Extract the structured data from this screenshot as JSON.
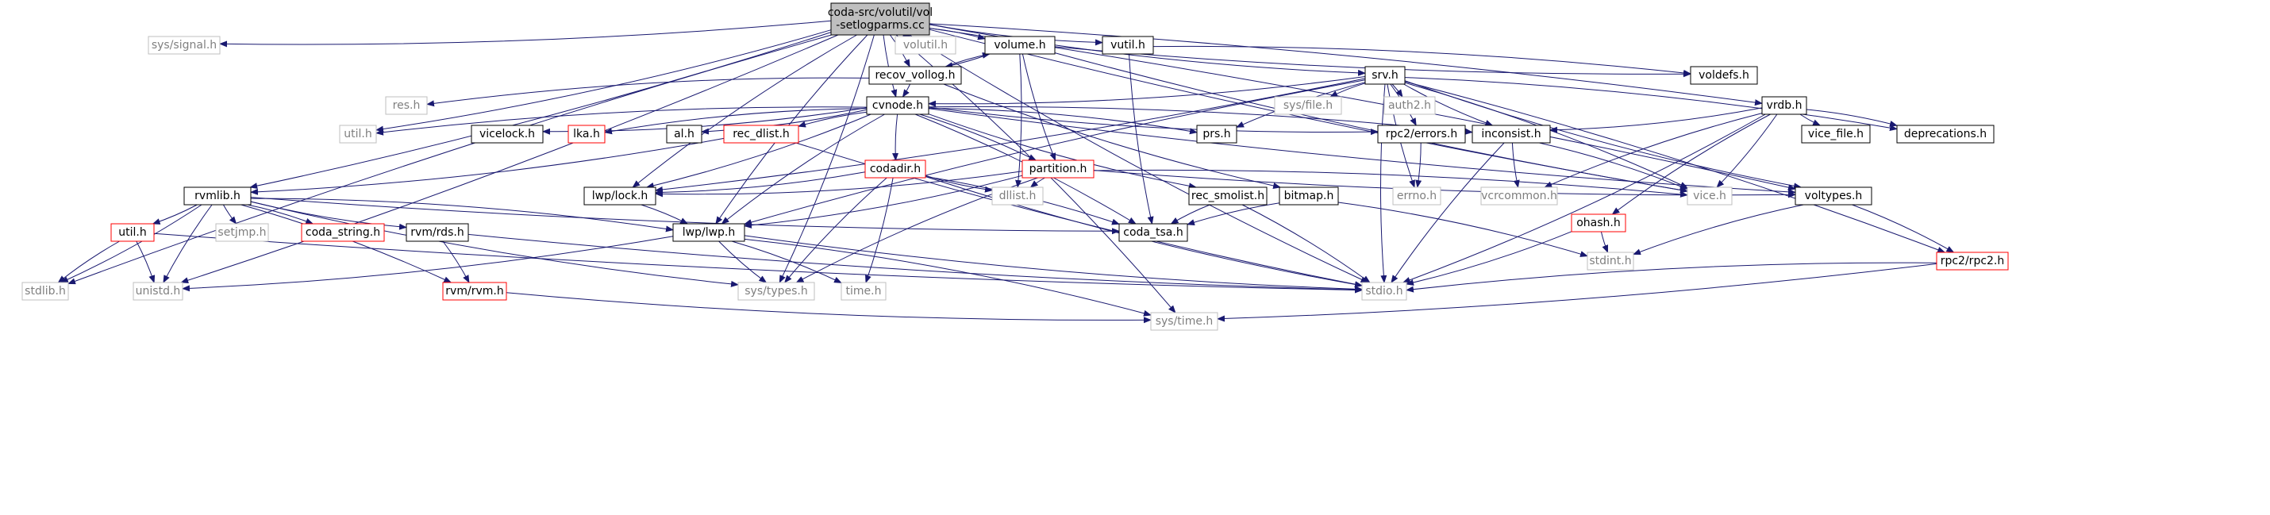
{
  "colors": {
    "edge": "#191970",
    "root_fill": "#bfbfbf",
    "root_stroke": "#000000",
    "documented_stroke": "#000000",
    "undocumented_stroke": "#ff0000",
    "external_stroke": "#bfbfbf",
    "text": "#000000",
    "external_text": "#7f7f7f"
  },
  "nodes": [
    {
      "id": "root",
      "lines": [
        "coda-src/volutil/vol",
        "-setlogparms.cc"
      ],
      "kind": "root"
    },
    {
      "id": "sys_signal",
      "lines": [
        "sys/signal.h"
      ],
      "kind": "external"
    },
    {
      "id": "volutil_h",
      "lines": [
        "volutil.h"
      ],
      "kind": "external"
    },
    {
      "id": "volume_h",
      "lines": [
        "volume.h"
      ],
      "kind": "documented"
    },
    {
      "id": "vutil_h",
      "lines": [
        "vutil.h"
      ],
      "kind": "documented"
    },
    {
      "id": "voldefs_h",
      "lines": [
        "voldefs.h"
      ],
      "kind": "documented"
    },
    {
      "id": "recov_vollog",
      "lines": [
        "recov_vollog.h"
      ],
      "kind": "documented"
    },
    {
      "id": "srv_h",
      "lines": [
        "srv.h"
      ],
      "kind": "documented"
    },
    {
      "id": "res_h",
      "lines": [
        "res.h"
      ],
      "kind": "external"
    },
    {
      "id": "sys_file",
      "lines": [
        "sys/file.h"
      ],
      "kind": "external"
    },
    {
      "id": "auth2_h",
      "lines": [
        "auth2.h"
      ],
      "kind": "external"
    },
    {
      "id": "vrdb_h",
      "lines": [
        "vrdb.h"
      ],
      "kind": "documented"
    },
    {
      "id": "cvnode_h",
      "lines": [
        "cvnode.h"
      ],
      "kind": "documented"
    },
    {
      "id": "util_h_ext",
      "lines": [
        "util.h"
      ],
      "kind": "external"
    },
    {
      "id": "vicelock_h",
      "lines": [
        "vicelock.h"
      ],
      "kind": "documented"
    },
    {
      "id": "lka_h",
      "lines": [
        "lka.h"
      ],
      "kind": "undocumented"
    },
    {
      "id": "al_h",
      "lines": [
        "al.h"
      ],
      "kind": "documented"
    },
    {
      "id": "rec_dlist",
      "lines": [
        "rec_dlist.h"
      ],
      "kind": "undocumented"
    },
    {
      "id": "prs_h",
      "lines": [
        "prs.h"
      ],
      "kind": "documented"
    },
    {
      "id": "rpc2_errors",
      "lines": [
        "rpc2/errors.h"
      ],
      "kind": "documented"
    },
    {
      "id": "inconsist",
      "lines": [
        "inconsist.h"
      ],
      "kind": "documented"
    },
    {
      "id": "vice_file",
      "lines": [
        "vice_file.h"
      ],
      "kind": "documented"
    },
    {
      "id": "deprecations",
      "lines": [
        "deprecations.h"
      ],
      "kind": "documented"
    },
    {
      "id": "codadir",
      "lines": [
        "codadir.h"
      ],
      "kind": "undocumented"
    },
    {
      "id": "partition",
      "lines": [
        "partition.h"
      ],
      "kind": "undocumented"
    },
    {
      "id": "rvmlib",
      "lines": [
        "rvmlib.h"
      ],
      "kind": "documented"
    },
    {
      "id": "lwp_lock",
      "lines": [
        "lwp/lock.h"
      ],
      "kind": "documented"
    },
    {
      "id": "dllist",
      "lines": [
        "dllist.h"
      ],
      "kind": "external"
    },
    {
      "id": "rec_smolist",
      "lines": [
        "rec_smolist.h"
      ],
      "kind": "documented"
    },
    {
      "id": "bitmap",
      "lines": [
        "bitmap.h"
      ],
      "kind": "documented"
    },
    {
      "id": "errno",
      "lines": [
        "errno.h"
      ],
      "kind": "external"
    },
    {
      "id": "vcrcommon",
      "lines": [
        "vcrcommon.h"
      ],
      "kind": "external"
    },
    {
      "id": "vice_h",
      "lines": [
        "vice.h"
      ],
      "kind": "external"
    },
    {
      "id": "voltypes",
      "lines": [
        "voltypes.h"
      ],
      "kind": "documented"
    },
    {
      "id": "ohash",
      "lines": [
        "ohash.h"
      ],
      "kind": "undocumented"
    },
    {
      "id": "util_h_red",
      "lines": [
        "util.h"
      ],
      "kind": "undocumented"
    },
    {
      "id": "setjmp",
      "lines": [
        "setjmp.h"
      ],
      "kind": "external"
    },
    {
      "id": "coda_string",
      "lines": [
        "coda_string.h"
      ],
      "kind": "undocumented"
    },
    {
      "id": "rvm_rds",
      "lines": [
        "rvm/rds.h"
      ],
      "kind": "documented"
    },
    {
      "id": "lwp_lwp",
      "lines": [
        "lwp/lwp.h"
      ],
      "kind": "documented"
    },
    {
      "id": "coda_tsa",
      "lines": [
        "coda_tsa.h"
      ],
      "kind": "documented"
    },
    {
      "id": "stdint",
      "lines": [
        "stdint.h"
      ],
      "kind": "external"
    },
    {
      "id": "rpc2_rpc2",
      "lines": [
        "rpc2/rpc2.h"
      ],
      "kind": "undocumented"
    },
    {
      "id": "stdlib",
      "lines": [
        "stdlib.h"
      ],
      "kind": "external"
    },
    {
      "id": "unistd",
      "lines": [
        "unistd.h"
      ],
      "kind": "external"
    },
    {
      "id": "rvm_rvm",
      "lines": [
        "rvm/rvm.h"
      ],
      "kind": "undocumented"
    },
    {
      "id": "sys_types",
      "lines": [
        "sys/types.h"
      ],
      "kind": "external"
    },
    {
      "id": "time_h",
      "lines": [
        "time.h"
      ],
      "kind": "external"
    },
    {
      "id": "stdio",
      "lines": [
        "stdio.h"
      ],
      "kind": "external"
    },
    {
      "id": "sys_time",
      "lines": [
        "sys/time.h"
      ],
      "kind": "external"
    }
  ],
  "edges": [
    [
      "root",
      "sys_signal"
    ],
    [
      "root",
      "volutil_h"
    ],
    [
      "root",
      "volume_h"
    ],
    [
      "root",
      "vutil_h"
    ],
    [
      "root",
      "recov_vollog"
    ],
    [
      "root",
      "srv_h"
    ],
    [
      "root",
      "vrdb_h"
    ],
    [
      "root",
      "cvnode_h"
    ],
    [
      "root",
      "util_h_ext"
    ],
    [
      "root",
      "lwp_lock"
    ],
    [
      "root",
      "rvmlib"
    ],
    [
      "root",
      "lwp_lwp"
    ],
    [
      "root",
      "sys_types"
    ],
    [
      "root",
      "stdlib"
    ],
    [
      "root",
      "unistd"
    ],
    [
      "root",
      "stdio"
    ],
    [
      "root",
      "sys_time"
    ],
    [
      "root",
      "vice_h"
    ],
    [
      "root",
      "voltypes"
    ],
    [
      "volume_h",
      "voldefs_h"
    ],
    [
      "volume_h",
      "recov_vollog"
    ],
    [
      "volume_h",
      "partition"
    ],
    [
      "volume_h",
      "dllist"
    ],
    [
      "volume_h",
      "vice_h"
    ],
    [
      "vutil_h",
      "voldefs_h"
    ],
    [
      "vutil_h",
      "coda_tsa"
    ],
    [
      "recov_vollog",
      "volume_h"
    ],
    [
      "recov_vollog",
      "res_h"
    ],
    [
      "recov_vollog",
      "cvnode_h"
    ],
    [
      "recov_vollog",
      "bitmap"
    ],
    [
      "srv_h",
      "cvnode_h"
    ],
    [
      "srv_h",
      "sys_file"
    ],
    [
      "srv_h",
      "auth2_h"
    ],
    [
      "srv_h",
      "prs_h"
    ],
    [
      "srv_h",
      "rpc2_errors"
    ],
    [
      "srv_h",
      "inconsist"
    ],
    [
      "srv_h",
      "deprecations"
    ],
    [
      "srv_h",
      "errno"
    ],
    [
      "srv_h",
      "vice_h"
    ],
    [
      "srv_h",
      "stdio"
    ],
    [
      "srv_h",
      "lwp_lock"
    ],
    [
      "srv_h",
      "lwp_lwp"
    ],
    [
      "srv_h",
      "rpc2_rpc2"
    ],
    [
      "srv_h",
      "voltypes"
    ],
    [
      "vrdb_h",
      "inconsist"
    ],
    [
      "vrdb_h",
      "vice_file"
    ],
    [
      "vrdb_h",
      "deprecations"
    ],
    [
      "vrdb_h",
      "vcrcommon"
    ],
    [
      "vrdb_h",
      "vice_h"
    ],
    [
      "vrdb_h",
      "ohash"
    ],
    [
      "vrdb_h",
      "stdio"
    ],
    [
      "cvnode_h",
      "util_h_ext"
    ],
    [
      "cvnode_h",
      "vicelock_h"
    ],
    [
      "cvnode_h",
      "lka_h"
    ],
    [
      "cvnode_h",
      "al_h"
    ],
    [
      "cvnode_h",
      "rec_dlist"
    ],
    [
      "cvnode_h",
      "prs_h"
    ],
    [
      "cvnode_h",
      "rpc2_errors"
    ],
    [
      "cvnode_h",
      "inconsist"
    ],
    [
      "cvnode_h",
      "codadir"
    ],
    [
      "cvnode_h",
      "partition"
    ],
    [
      "cvnode_h",
      "rec_smolist"
    ],
    [
      "cvnode_h",
      "lwp_lock"
    ],
    [
      "cvnode_h",
      "lwp_lwp"
    ],
    [
      "cvnode_h",
      "coda_tsa"
    ],
    [
      "cvnode_h",
      "voltypes"
    ],
    [
      "rec_dlist",
      "rvmlib"
    ],
    [
      "rec_dlist",
      "stdio"
    ],
    [
      "rpc2_errors",
      "errno"
    ],
    [
      "inconsist",
      "vcrcommon"
    ],
    [
      "inconsist",
      "vice_h"
    ],
    [
      "inconsist",
      "stdio"
    ],
    [
      "codadir",
      "lwp_lock"
    ],
    [
      "codadir",
      "dllist"
    ],
    [
      "codadir",
      "coda_tsa"
    ],
    [
      "codadir",
      "sys_types"
    ],
    [
      "codadir",
      "time_h"
    ],
    [
      "codadir",
      "stdio"
    ],
    [
      "partition",
      "lwp_lock"
    ],
    [
      "partition",
      "dllist"
    ],
    [
      "partition",
      "lwp_lwp"
    ],
    [
      "partition",
      "sys_types"
    ],
    [
      "partition",
      "vice_h"
    ],
    [
      "partition",
      "voltypes"
    ],
    [
      "rvmlib",
      "util_h_red"
    ],
    [
      "rvmlib",
      "setjmp"
    ],
    [
      "rvmlib",
      "coda_string"
    ],
    [
      "rvmlib",
      "rvm_rds"
    ],
    [
      "rvmlib",
      "lwp_lwp"
    ],
    [
      "rvmlib",
      "coda_tsa"
    ],
    [
      "rvmlib",
      "stdlib"
    ],
    [
      "rvmlib",
      "unistd"
    ],
    [
      "rvmlib",
      "rvm_rvm"
    ],
    [
      "rvmlib",
      "sys_types"
    ],
    [
      "lwp_lock",
      "lwp_lwp"
    ],
    [
      "rec_smolist",
      "coda_tsa"
    ],
    [
      "rec_smolist",
      "stdio"
    ],
    [
      "bitmap",
      "coda_tsa"
    ],
    [
      "bitmap",
      "stdint"
    ],
    [
      "voltypes",
      "stdint"
    ],
    [
      "voltypes",
      "rpc2_rpc2"
    ],
    [
      "ohash",
      "stdint"
    ],
    [
      "ohash",
      "stdio"
    ],
    [
      "util_h_red",
      "stdlib"
    ],
    [
      "util_h_red",
      "unistd"
    ],
    [
      "util_h_red",
      "stdio"
    ],
    [
      "rvm_rds",
      "rvm_rvm"
    ],
    [
      "rvm_rds",
      "stdio"
    ],
    [
      "lwp_lwp",
      "unistd"
    ],
    [
      "lwp_lwp",
      "sys_types"
    ],
    [
      "lwp_lwp",
      "time_h"
    ],
    [
      "lwp_lwp",
      "stdio"
    ],
    [
      "lwp_lwp",
      "sys_time"
    ],
    [
      "rpc2_rpc2",
      "stdio"
    ],
    [
      "rpc2_rpc2",
      "sys_time"
    ],
    [
      "rvm_rvm",
      "sys_time"
    ]
  ]
}
